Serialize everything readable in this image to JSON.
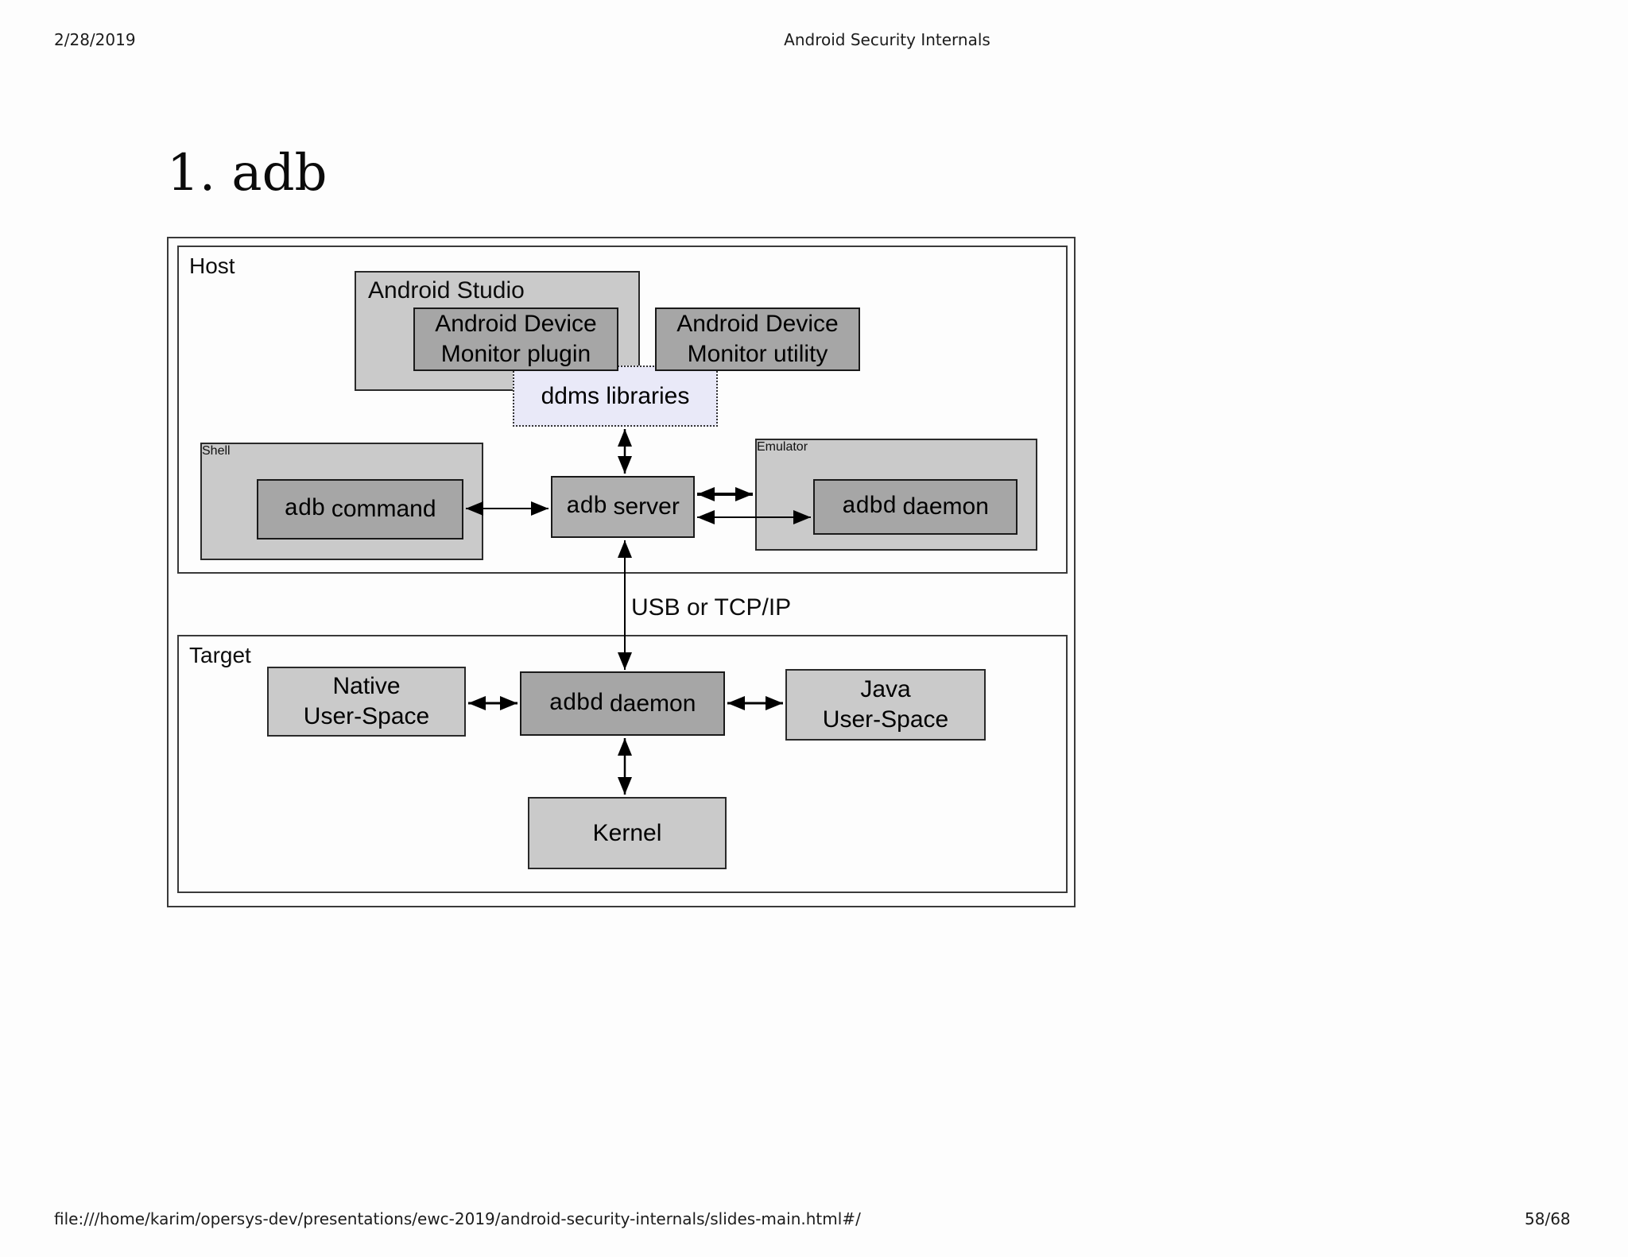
{
  "page": {
    "header": {
      "date": "2/28/2019",
      "title": "Android Security Internals"
    },
    "heading": "1. adb",
    "footer": {
      "url": "file:///home/karim/opersys-dev/presentations/ewc-2019/android-security-internals/slides-main.html#/",
      "page_number": "58/68"
    }
  },
  "diagram": {
    "host": {
      "label": "Host"
    },
    "android_studio": {
      "label": "Android Studio"
    },
    "adm_plugin": {
      "line1": "Android Device",
      "line2": "Monitor plugin"
    },
    "adm_utility": {
      "line1": "Android Device",
      "line2": "Monitor utility"
    },
    "ddms": {
      "label": "ddms libraries"
    },
    "shell": {
      "label": "Shell"
    },
    "adb_command": {
      "mono": "adb",
      "rest": "command"
    },
    "adb_server": {
      "mono": "adb",
      "rest": "server"
    },
    "emulator": {
      "label": "Emulator"
    },
    "emulator_adbd": {
      "mono": "adbd",
      "rest": "daemon"
    },
    "link_label": "USB or TCP/IP",
    "target": {
      "label": "Target"
    },
    "native_us": {
      "line1": "Native",
      "line2": "User-Space"
    },
    "target_adbd": {
      "mono": "adbd",
      "rest": "daemon"
    },
    "java_us": {
      "line1": "Java",
      "line2": "User-Space"
    },
    "kernel": {
      "label": "Kernel"
    },
    "connections": [
      {
        "from": "ddms libraries",
        "to": "adb server",
        "type": "bidirectional"
      },
      {
        "from": "adb command",
        "to": "adb server",
        "type": "bidirectional"
      },
      {
        "from": "adb server",
        "to": "Emulator",
        "type": "bidirectional"
      },
      {
        "from": "adb server",
        "to": "adbd daemon (emulator)",
        "type": "bidirectional"
      },
      {
        "from": "adb server",
        "to": "adbd daemon (target)",
        "type": "bidirectional",
        "via": "USB or TCP/IP"
      },
      {
        "from": "Native User-Space",
        "to": "adbd daemon (target)",
        "type": "bidirectional"
      },
      {
        "from": "adbd daemon (target)",
        "to": "Java User-Space",
        "type": "bidirectional"
      },
      {
        "from": "adbd daemon (target)",
        "to": "Kernel",
        "type": "bidirectional"
      }
    ],
    "colors": {
      "box_light": "#cacaca",
      "box_mid": "#b0b0b0",
      "box_dark": "#a6a6a6",
      "ddms_fill": "#e9e9f8",
      "border": "#1a1a1a",
      "arrow": "#000000"
    }
  }
}
